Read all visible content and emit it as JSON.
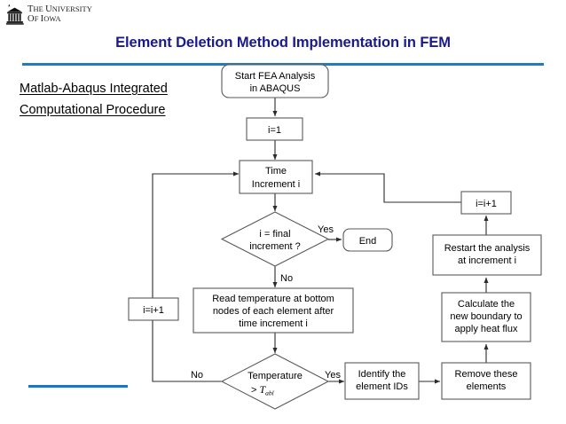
{
  "logo": {
    "line1_a": "T",
    "line1_b": "HE ",
    "line1_c": "U",
    "line1_d": "NIVERSITY",
    "line2_a": "O",
    "line2_b": "F ",
    "line2_c": "I",
    "line2_d": "OWA",
    "alt": "The University of Iowa"
  },
  "title": "Element Deletion Method Implementation in FEM",
  "caption": {
    "line1": "Matlab-Abaqus Integrated",
    "line2": "Computational Procedure"
  },
  "colors": {
    "title": "#1a1a8c",
    "divider": "#1f7cc4",
    "accent": "#1278c8",
    "node_stroke": "#595959",
    "line": "#2b2b2b"
  },
  "chart_data": {
    "type": "diagram",
    "subtype": "flowchart",
    "title": "Element Deletion Method Implementation in FEM",
    "nodes": [
      {
        "id": "start",
        "shape": "rounded",
        "text": [
          "Start FEA Analysis",
          "in ABAQUS"
        ]
      },
      {
        "id": "init",
        "shape": "rect",
        "text": [
          "i=1"
        ]
      },
      {
        "id": "timeinc",
        "shape": "rect",
        "text": [
          "Time",
          "Increment i"
        ]
      },
      {
        "id": "dfinal",
        "shape": "diamond",
        "text": [
          "i = final",
          "increment ?"
        ]
      },
      {
        "id": "end",
        "shape": "rounded",
        "text": [
          "End"
        ]
      },
      {
        "id": "read",
        "shape": "rect",
        "text": [
          "Read temperature at bottom",
          "nodes of each element after",
          "time increment i"
        ]
      },
      {
        "id": "dtemp",
        "shape": "diamond",
        "text": [
          "Temperature",
          "> T_abl"
        ]
      },
      {
        "id": "identify",
        "shape": "rect",
        "text": [
          "Identify the",
          "element IDs"
        ]
      },
      {
        "id": "remove",
        "shape": "rect",
        "text": [
          "Remove these",
          "elements"
        ]
      },
      {
        "id": "calc",
        "shape": "rect",
        "text": [
          "Calculate the",
          "new boundary to",
          "apply heat flux"
        ]
      },
      {
        "id": "restart",
        "shape": "rect",
        "text": [
          "Restart the analysis",
          "at increment i"
        ]
      },
      {
        "id": "incR",
        "shape": "rect",
        "text": [
          "i=i+1"
        ]
      },
      {
        "id": "incL",
        "shape": "rect",
        "text": [
          "i=i+1"
        ]
      }
    ],
    "edges": [
      {
        "from": "start",
        "to": "init",
        "label": ""
      },
      {
        "from": "init",
        "to": "timeinc",
        "label": ""
      },
      {
        "from": "timeinc",
        "to": "dfinal",
        "label": ""
      },
      {
        "from": "dfinal",
        "to": "end",
        "label": "Yes"
      },
      {
        "from": "dfinal",
        "to": "read",
        "label": "No"
      },
      {
        "from": "read",
        "to": "dtemp",
        "label": ""
      },
      {
        "from": "dtemp",
        "to": "identify",
        "label": "Yes"
      },
      {
        "from": "dtemp",
        "to": "incL",
        "label": "No"
      },
      {
        "from": "incL",
        "to": "timeinc",
        "label": ""
      },
      {
        "from": "identify",
        "to": "remove",
        "label": ""
      },
      {
        "from": "remove",
        "to": "calc",
        "label": ""
      },
      {
        "from": "calc",
        "to": "restart",
        "label": ""
      },
      {
        "from": "restart",
        "to": "incR",
        "label": ""
      },
      {
        "from": "incR",
        "to": "timeinc",
        "label": ""
      }
    ]
  },
  "nodes": {
    "start_l1": "Start FEA Analysis",
    "start_l2": "in ABAQUS",
    "init": "i=1",
    "time_l1": "Time",
    "time_l2": "Increment i",
    "dfinal_l1": "i = final",
    "dfinal_l2": "increment ?",
    "end": "End",
    "read_l1": "Read temperature at bottom",
    "read_l2": "nodes of each element after",
    "read_l3": "time increment i",
    "dtemp_l1": "Temperature",
    "dtemp_op": ">",
    "dtemp_var": "T",
    "dtemp_sub": "abl",
    "identify_l1": "Identify the",
    "identify_l2": "element IDs",
    "remove_l1": "Remove these",
    "remove_l2": "elements",
    "calc_l1": "Calculate the",
    "calc_l2": "new boundary to",
    "calc_l3": "apply heat flux",
    "restart_l1": "Restart the analysis",
    "restart_l2": "at increment i",
    "inc_right": "i=i+1",
    "inc_left": "i=i+1"
  },
  "edge_labels": {
    "yes_top": "Yes",
    "no_top": "No",
    "yes_bottom": "Yes",
    "no_bottom": "No"
  }
}
